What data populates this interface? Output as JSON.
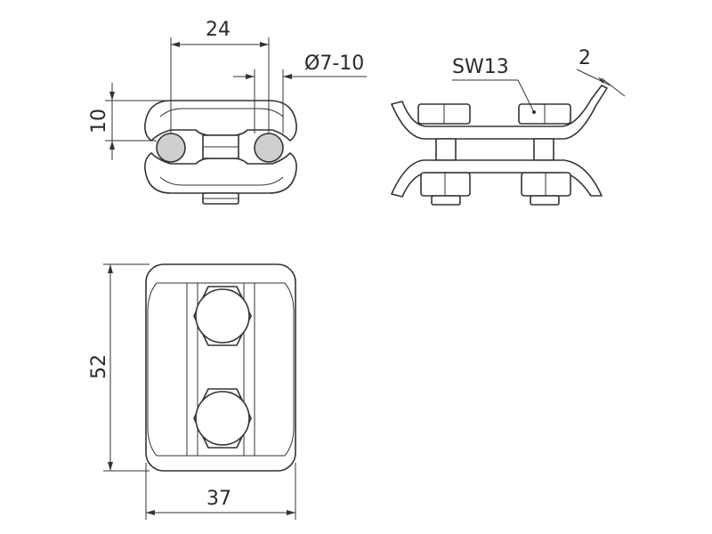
{
  "dimensions": {
    "width_top": "24",
    "wire_diameter": "Ø7-10",
    "height_side": "10",
    "wrench_size": "SW13",
    "sheet_thickness": "2",
    "length_plan": "52",
    "width_plan": "37"
  },
  "colors": {
    "line": "#333333",
    "conductor_fill": "#cfcfcf",
    "background": "#ffffff"
  }
}
